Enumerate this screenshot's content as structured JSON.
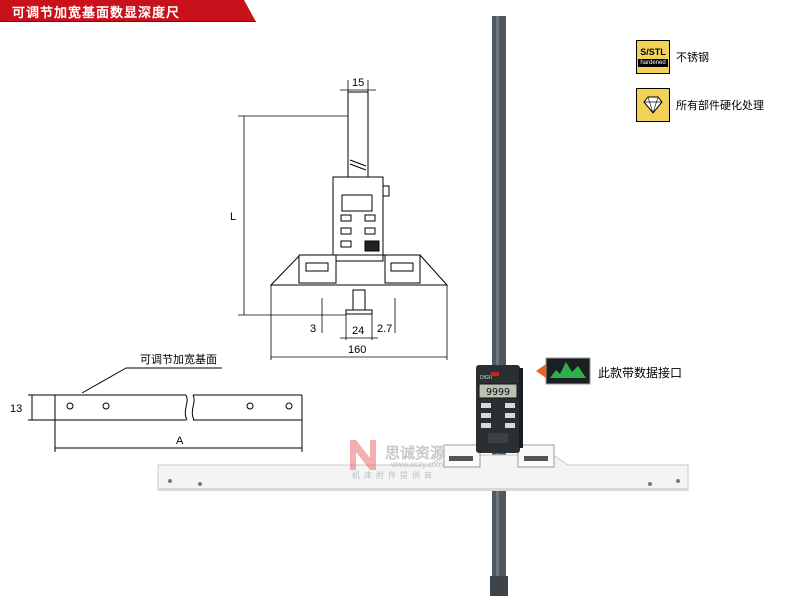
{
  "header": {
    "title": "可调节加宽基面数显深度尺"
  },
  "drawing": {
    "dim_top_width": "15",
    "dim_length": "L",
    "dim_tip_left": "3",
    "dim_tip_width": "24",
    "dim_tip_right": "2.7",
    "dim_base_width": "160",
    "adjustable_base_label": "可调节加宽基面",
    "dim_bar_height": "13",
    "dim_bar_length": "A"
  },
  "legend": {
    "badge_ss_main": "S/STL",
    "badge_ss_sub": "hardened",
    "stainless_label": "不锈钢",
    "hardened_label": "所有部件硬化处理"
  },
  "gauge": {
    "display_value": "9999",
    "brand": "DIGIT",
    "interface_label": "此款带数据接口"
  },
  "watermark": {
    "name": "思诚资源",
    "url": "www.sczy.com",
    "subtitle": "机床附件提供商"
  },
  "colors": {
    "header_bg": "#c8111a",
    "badge_bg": "#f3d25a",
    "rod": "#4f585f"
  }
}
